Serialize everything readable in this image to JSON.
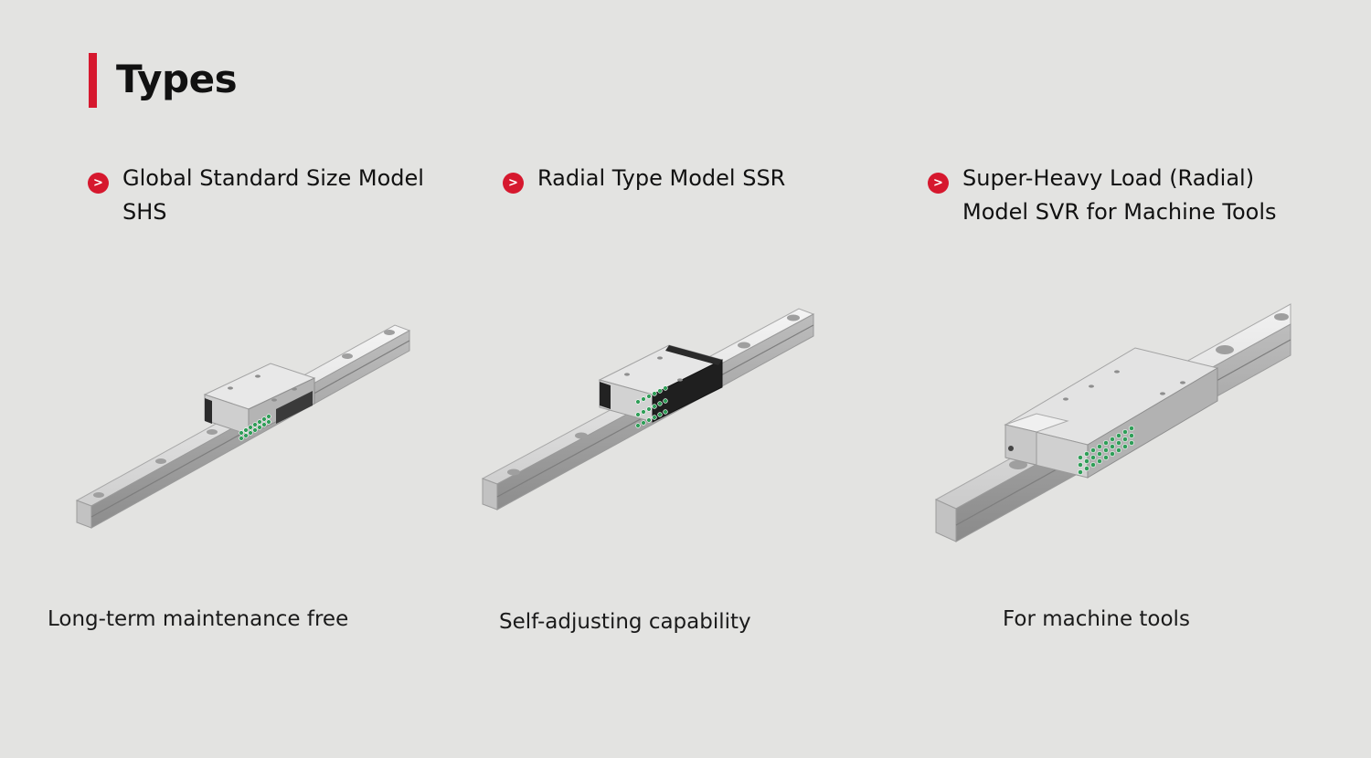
{
  "page": {
    "title": "Types",
    "accent_color": "#d6182e",
    "background_color": "#e3e3e1",
    "bullet_icon": "chevron-right-icon",
    "bullet_glyph": ">"
  },
  "types": [
    {
      "name_lines": [
        "Global Standard Size Model",
        "SHS"
      ],
      "caption": "Long-term maintenance free",
      "image": "linear-guide-shs-image"
    },
    {
      "name_lines": [
        "Radial Type Model SSR"
      ],
      "caption": "Self-adjusting capability",
      "image": "linear-guide-ssr-image"
    },
    {
      "name_lines": [
        "Super-Heavy Load (Radial)",
        "Model SVR for Machine Tools"
      ],
      "caption": "For machine tools",
      "image": "linear-guide-svr-image"
    }
  ]
}
